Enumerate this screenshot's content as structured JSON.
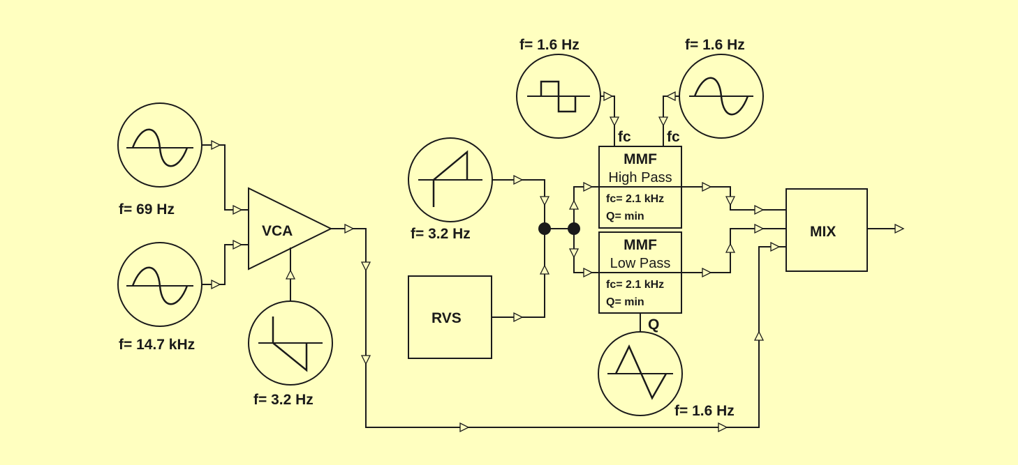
{
  "oscillators": {
    "osc_a": {
      "freq": "f= 69 Hz",
      "wave": "sine"
    },
    "osc_b": {
      "freq": "f= 14.7 kHz",
      "wave": "sine"
    },
    "osc_c": {
      "freq": "f= 3.2 Hz",
      "wave": "ramp-down"
    },
    "osc_d": {
      "freq": "f= 3.2 Hz",
      "wave": "ramp-up"
    },
    "osc_e": {
      "freq": "f= 1.6 Hz",
      "wave": "square"
    },
    "osc_f": {
      "freq": "f= 1.6 Hz",
      "wave": "sine"
    },
    "osc_g": {
      "freq": "f= 1.6 Hz",
      "wave": "triangle"
    }
  },
  "vca": {
    "label": "VCA"
  },
  "rvs": {
    "label": "RVS"
  },
  "mix": {
    "label": "MIX"
  },
  "mmf_high": {
    "title": "MMF",
    "mode": "High Pass",
    "fc": "fc= 2.1 kHz",
    "q": "Q= min"
  },
  "mmf_low": {
    "title": "MMF",
    "mode": "Low Pass",
    "fc": "fc= 2.1 kHz",
    "q": "Q= min"
  },
  "ports": {
    "fc": "fc",
    "q": "Q"
  }
}
